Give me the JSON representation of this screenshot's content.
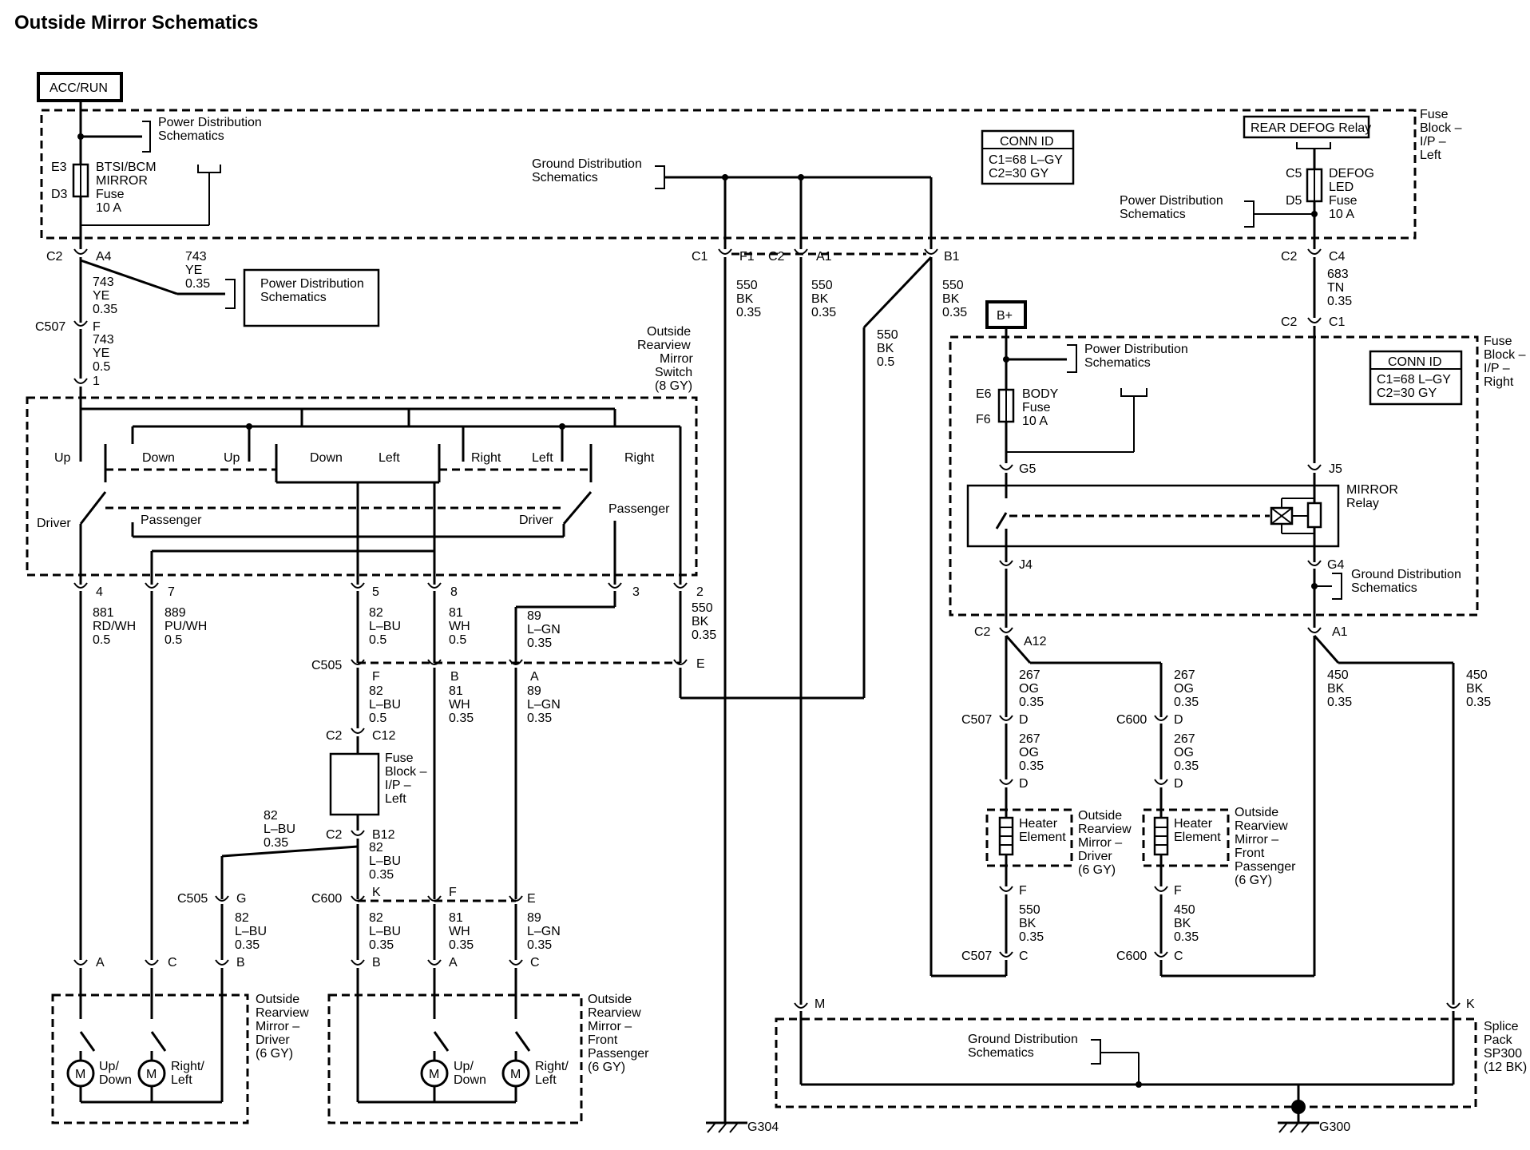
{
  "title": "Outside Mirror Schematics",
  "power_labels": {
    "acc_run": "ACC/RUN",
    "b_plus": "B+"
  },
  "fuse_block_left": {
    "name": [
      "Fuse",
      "Block –",
      "I/P –",
      "Left"
    ],
    "fuse_terminals": [
      "E3",
      "D3"
    ],
    "fuse_name": [
      "BTSI/BCM",
      "MIRROR",
      "Fuse",
      "10 A"
    ],
    "pd_ref": [
      "Power Distribution",
      "Schematics"
    ],
    "defog_relay": "REAR DEFOG Relay",
    "defog_terminals": [
      "C5",
      "D5"
    ],
    "defog_fuse": [
      "DEFOG",
      "LED",
      "Fuse",
      "10 A"
    ],
    "pd_ref_2": [
      "Power Distribution",
      "Schematics"
    ],
    "gd_ref": [
      "Ground Distribution",
      "Schematics"
    ]
  },
  "conn_id_left": {
    "title": "CONN ID",
    "lines": [
      "C1=68 L–GY",
      "C2=30 GY"
    ]
  },
  "conn_id_right": {
    "title": "CONN ID",
    "lines": [
      "C1=68 L–GY",
      "C2=30 GY"
    ]
  },
  "fuse_block_right": {
    "name": [
      "Fuse",
      "Block –",
      "I/P –",
      "Right"
    ],
    "fuse_terminals": [
      "E6",
      "F6"
    ],
    "fuse_name": [
      "BODY",
      "Fuse",
      "10 A"
    ],
    "pd_ref": [
      "Power Distribution",
      "Schematics"
    ],
    "relay_name": [
      "MIRROR",
      "Relay"
    ],
    "gd_ref": [
      "Ground Distribution",
      "Schematics"
    ],
    "pins": [
      "G5",
      "J5",
      "J4",
      "G4"
    ]
  },
  "mirror_switch": {
    "name": [
      "Outside",
      "Rearview",
      "Mirror",
      "Switch",
      "(8 GY)"
    ],
    "labels": [
      "Up",
      "Down",
      "Up",
      "Down",
      "Left",
      "Right",
      "Left",
      "Right",
      "Driver",
      "Passenger",
      "Driver",
      "Passenger"
    ],
    "pins": [
      "4",
      "7",
      "5",
      "8",
      "3",
      "2"
    ]
  },
  "wires": {
    "w743a": [
      "743",
      "YE",
      "0.35"
    ],
    "w743b": [
      "743",
      "YE",
      "0.35"
    ],
    "w743c": [
      "743",
      "YE",
      "0.5"
    ],
    "w881": [
      "881",
      "RD/WH",
      "0.5"
    ],
    "w889": [
      "889",
      "PU/WH",
      "0.5"
    ],
    "w82a": [
      "82",
      "L–BU",
      "0.5"
    ],
    "w81a": [
      "81",
      "WH",
      "0.5"
    ],
    "w89a": [
      "89",
      "L–GN",
      "0.35"
    ],
    "w550sw": [
      "550",
      "BK",
      "0.35"
    ],
    "w82b": [
      "82",
      "L–BU",
      "0.5"
    ],
    "w81b": [
      "81",
      "WH",
      "0.35"
    ],
    "w89b": [
      "89",
      "L–GN",
      "0.35"
    ],
    "w82c": [
      "82",
      "L–BU",
      "0.35"
    ],
    "w82d": [
      "82",
      "L–BU",
      "0.35"
    ],
    "w82e": [
      "82",
      "L–BU",
      "0.35"
    ],
    "w82f": [
      "82",
      "L–BU",
      "0.35"
    ],
    "w81c": [
      "81",
      "WH",
      "0.35"
    ],
    "w89c": [
      "89",
      "L–GN",
      "0.35"
    ],
    "w550_1": [
      "550",
      "BK",
      "0.35"
    ],
    "w550_2": [
      "550",
      "BK",
      "0.35"
    ],
    "w550_3": [
      "550",
      "BK",
      "0.35"
    ],
    "w550_4": [
      "550",
      "BK",
      "0.5"
    ],
    "w683": [
      "683",
      "TN",
      "0.35"
    ],
    "w267a": [
      "267",
      "OG",
      "0.35"
    ],
    "w267b": [
      "267",
      "OG",
      "0.35"
    ],
    "w267c": [
      "267",
      "OG",
      "0.35"
    ],
    "w267d": [
      "267",
      "OG",
      "0.35"
    ],
    "w450a": [
      "450",
      "BK",
      "0.35"
    ],
    "w450b": [
      "450",
      "BK",
      "0.35"
    ],
    "w550h": [
      "550",
      "BK",
      "0.35"
    ],
    "w450h": [
      "450",
      "BK",
      "0.35"
    ]
  },
  "connectors": {
    "c2_a4": [
      "C2",
      "A4"
    ],
    "c507_f": [
      "C507",
      "F"
    ],
    "pin1": "1",
    "c1_f1": [
      "C1",
      "F1"
    ],
    "c2_a1": [
      "C2",
      "A1"
    ],
    "b1": "B1",
    "c2_c4": [
      "C2",
      "C4"
    ],
    "c2_c1": [
      "C2",
      "C1"
    ],
    "c505_row": [
      "C505",
      "F",
      "B",
      "A",
      "E"
    ],
    "c2_c12": [
      "C2",
      "C12"
    ],
    "c2_b12": [
      "C2",
      "B12"
    ],
    "c505_g": [
      "C505",
      "G"
    ],
    "c600_row": [
      "C600",
      "K",
      "F",
      "E"
    ],
    "mirror_pins_driver": [
      "A",
      "C",
      "B"
    ],
    "mirror_pins_pass": [
      "B",
      "A",
      "C"
    ],
    "c2_a12": [
      "C2",
      "A12"
    ],
    "a1": "A1",
    "c507_d": [
      "C507",
      "D"
    ],
    "c600_d": [
      "C600",
      "D"
    ],
    "d": [
      "D",
      "D"
    ],
    "f": [
      "F",
      "F"
    ],
    "c507_c": [
      "C507",
      "C"
    ],
    "c600_c": [
      "C600",
      "C"
    ],
    "m": "M",
    "k": "K"
  },
  "mirror_driver": {
    "name": [
      "Outside",
      "Rearview",
      "Mirror –",
      "Driver",
      "(6 GY)"
    ],
    "motor1": [
      "Up/",
      "Down"
    ],
    "motor2": [
      "Right/",
      "Left"
    ],
    "motor_symbol": "M"
  },
  "mirror_passenger": {
    "name": [
      "Outside",
      "Rearview",
      "Mirror –",
      "Front",
      "Passenger",
      "(6 GY)"
    ],
    "motor1": [
      "Up/",
      "Down"
    ],
    "motor2": [
      "Right/",
      "Left"
    ],
    "motor_symbol": "M"
  },
  "heater_driver": {
    "element": [
      "Heater",
      "Element"
    ],
    "name": [
      "Outside",
      "Rearview",
      "Mirror –",
      "Driver",
      "(6 GY)"
    ]
  },
  "heater_passenger": {
    "element": [
      "Heater",
      "Element"
    ],
    "name": [
      "Outside",
      "Rearview",
      "Mirror –",
      "Front",
      "Passenger",
      "(6 GY)"
    ]
  },
  "fuse_block_mid": {
    "name": [
      "Fuse",
      "Block –",
      "I/P –",
      "Left"
    ]
  },
  "gd_ref_top": [
    "Ground Distribution",
    "Schematics"
  ],
  "pd_ref_wire": [
    "Power Distribution",
    "Schematics"
  ],
  "splice_pack": {
    "name": [
      "Splice",
      "Pack",
      "SP300",
      "(12 BK)"
    ],
    "gd_ref": [
      "Ground Distribution",
      "Schematics"
    ]
  },
  "grounds": [
    "G304",
    "G300"
  ]
}
